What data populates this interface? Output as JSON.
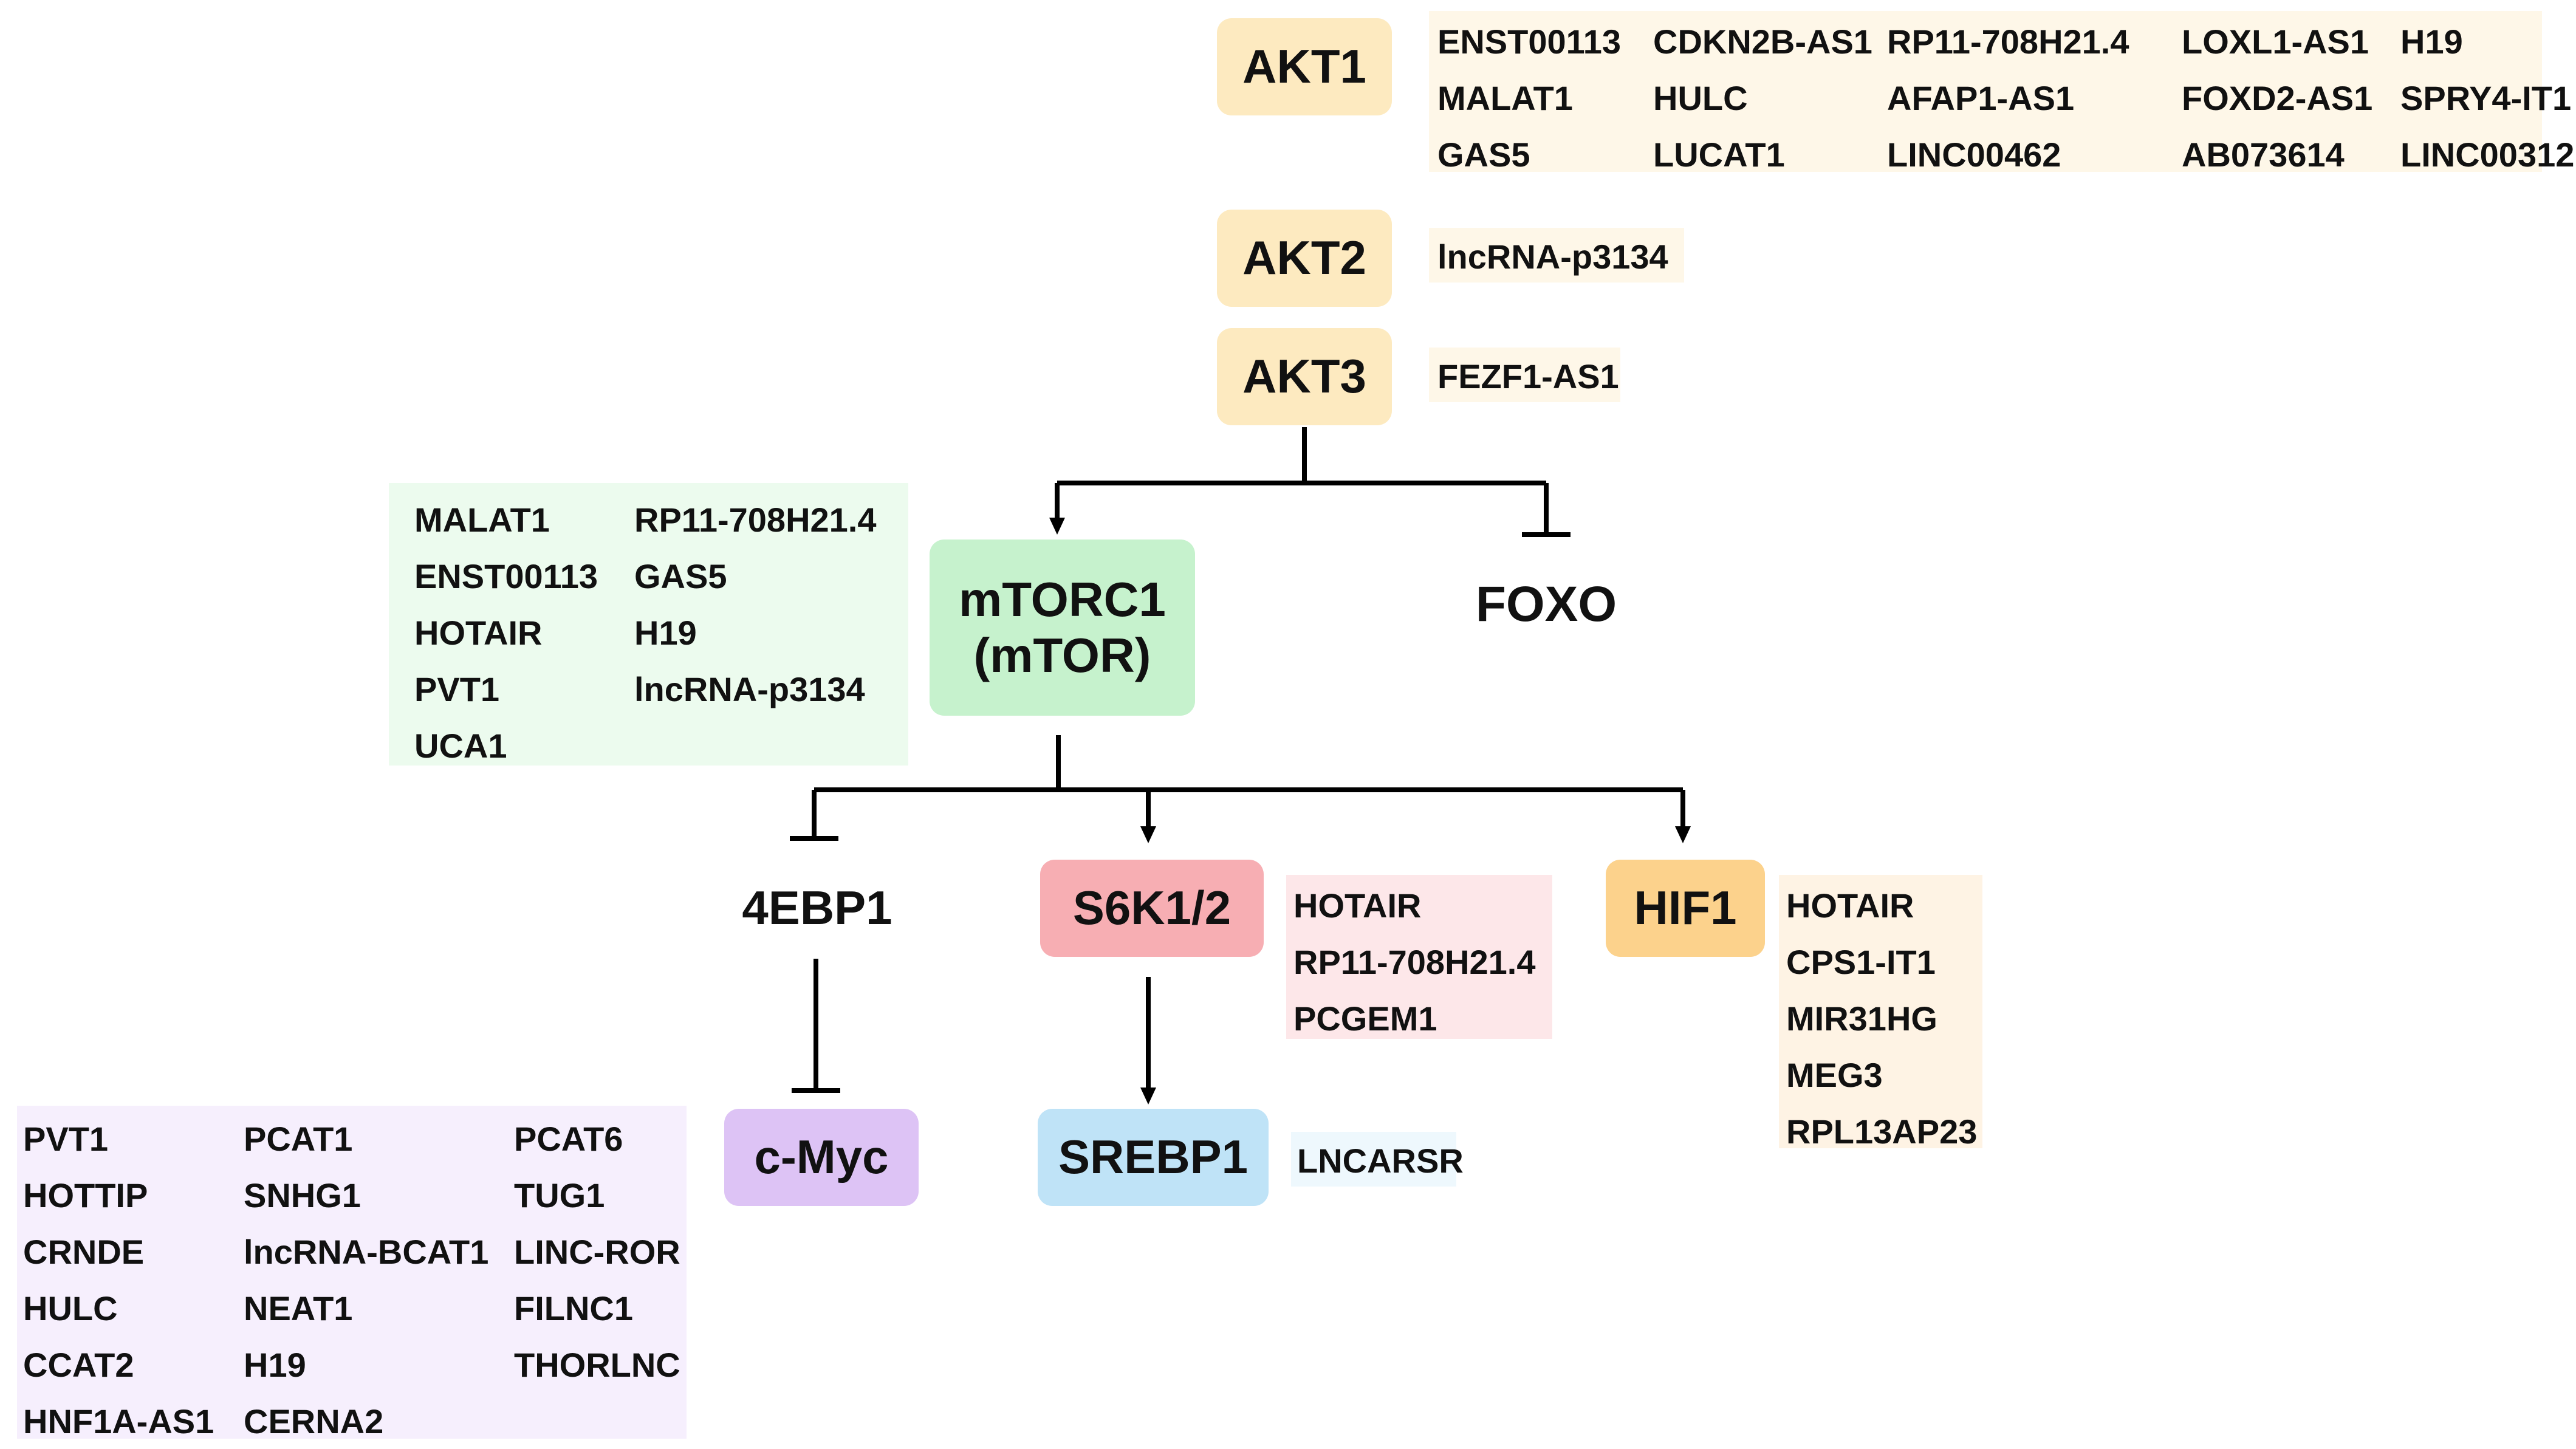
{
  "colors": {
    "akt": "#fdeac0",
    "akt_panel": "#fef7e8",
    "mtor": "#c6f2cd",
    "mtor_panel": "#ecfbee",
    "s6k": "#f7aeb3",
    "s6k_panel": "#fde7e9",
    "hif": "#fcd28c",
    "hif_panel": "#fef3e4",
    "myc": "#ddc3f5",
    "myc_panel": "#f6effd",
    "srebp": "#bfe3f7",
    "srebp_panel": "#eef8fd",
    "line": "#000000"
  },
  "nodes": {
    "akt1": "AKT1",
    "akt2": "AKT2",
    "akt3": "AKT3",
    "mtorc1": "mTORC1\n(mTOR)",
    "foxo": "FOXO",
    "eif4ebp1": "4EBP1",
    "s6k": "S6K1/2",
    "hif1": "HIF1",
    "cmyc": "c-Myc",
    "srebp1": "SREBP1"
  },
  "panels": {
    "akt1": [
      "ENST00113",
      "CDKN2B-AS1",
      "RP11-708H21.4",
      "LOXL1-AS1",
      "H19",
      "MALAT1",
      "HULC",
      "AFAP1-AS1",
      "FOXD2-AS1",
      "SPRY4-IT1",
      "GAS5",
      "LUCAT1",
      "LINC00462",
      "AB073614",
      "LINC00312"
    ],
    "akt2": [
      "lncRNA-p3134"
    ],
    "akt3": [
      "FEZF1-AS1"
    ],
    "mtorc1": [
      "MALAT1",
      "RP11-708H21.4",
      "ENST00113",
      "GAS5",
      "HOTAIR",
      "H19",
      "PVT1",
      "lncRNA-p3134",
      "UCA1",
      ""
    ],
    "s6k": [
      "HOTAIR",
      "RP11-708H21.4",
      "PCGEM1"
    ],
    "hif1": [
      "HOTAIR",
      "CPS1-IT1",
      "MIR31HG",
      "MEG3",
      "RPL13AP23"
    ],
    "cmyc": [
      "PVT1",
      "PCAT1",
      "PCAT6",
      "HOTTIP",
      "SNHG1",
      "TUG1",
      "CRNDE",
      "lncRNA-BCAT1",
      "LINC-ROR",
      "HULC",
      "NEAT1",
      "FILNC1",
      "CCAT2",
      "H19",
      "THORLNC",
      "HNF1A-AS1",
      "CERNA2",
      ""
    ],
    "srebp1": [
      "LNCARSR"
    ]
  }
}
